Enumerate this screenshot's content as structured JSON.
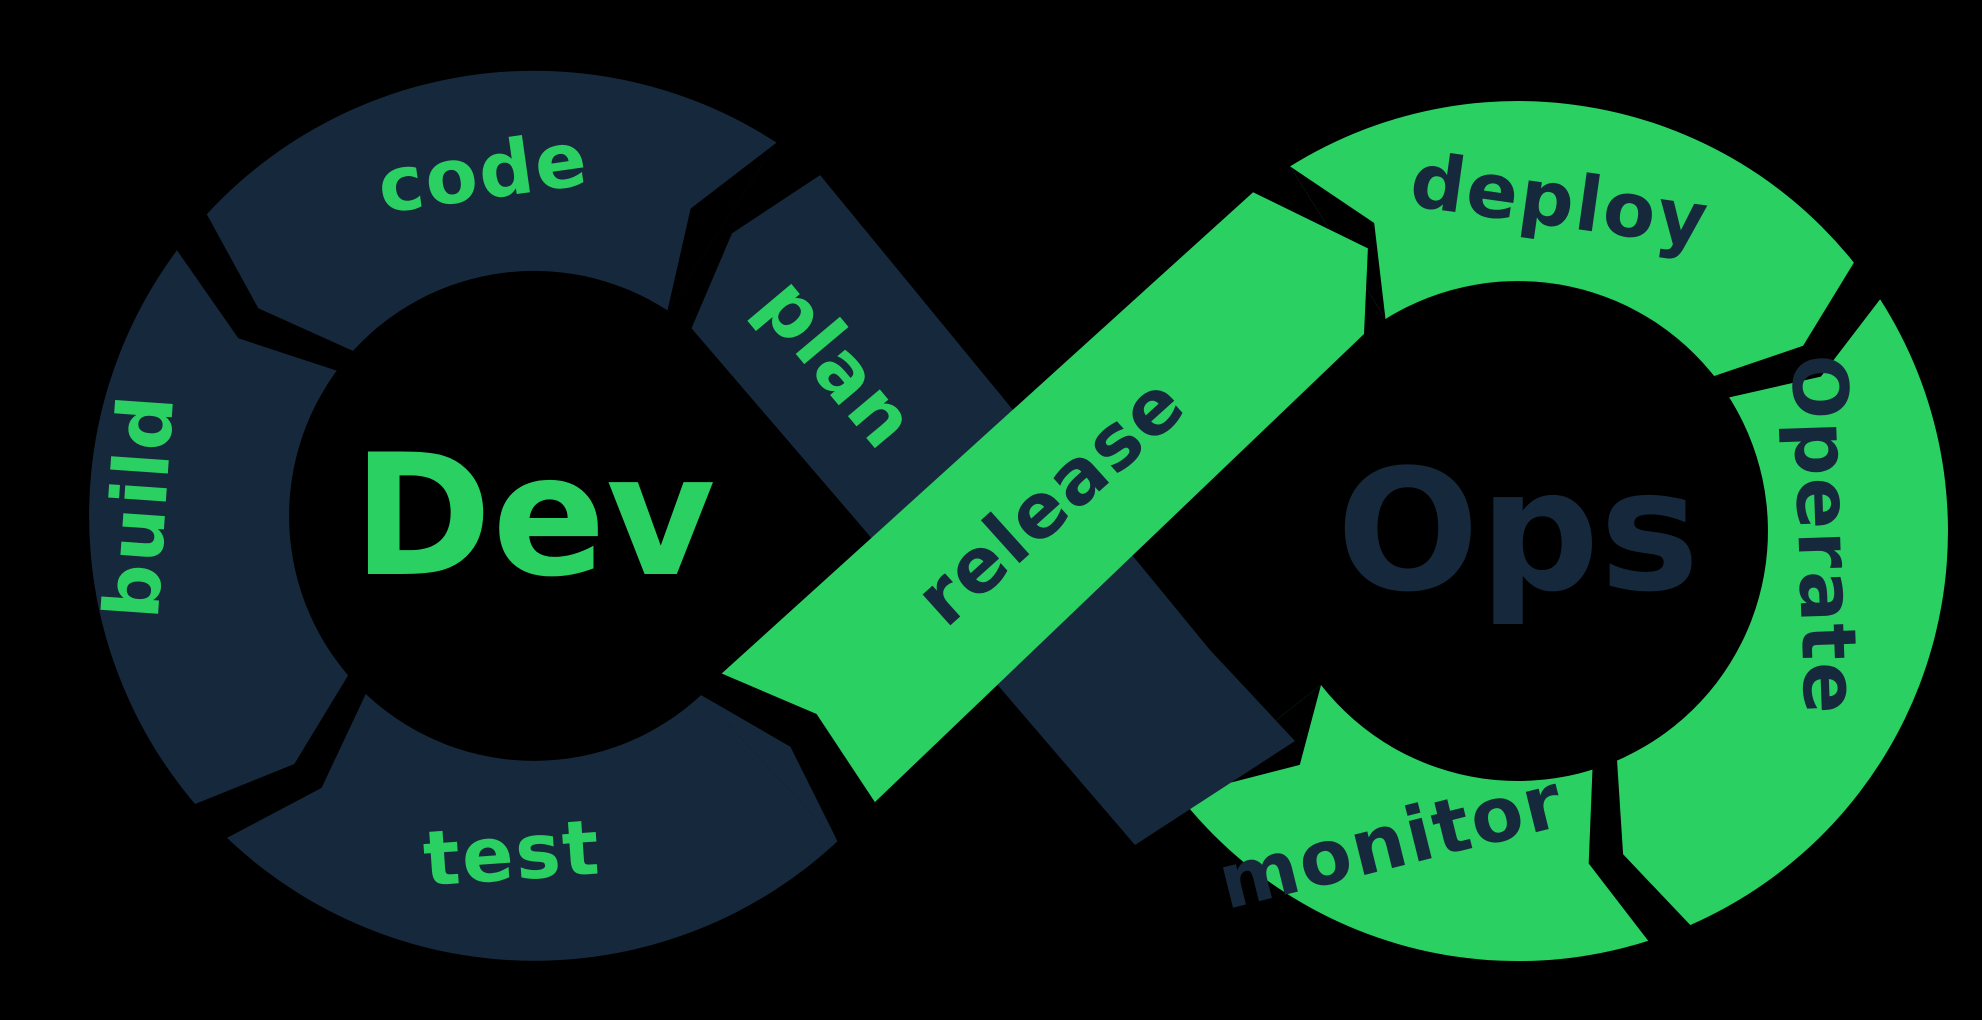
{
  "colors": {
    "background": "#000000",
    "navy": "#16293c",
    "green": "#2bd063"
  },
  "dev_loop": {
    "name": "Dev",
    "stages": {
      "code": "code",
      "build": "build",
      "test": "test",
      "plan": "plan"
    }
  },
  "ops_loop": {
    "name": "Ops",
    "stages": {
      "deploy": "deploy",
      "operate": "Operate",
      "monitor": "monitor"
    }
  },
  "crossover": {
    "release": "release"
  }
}
